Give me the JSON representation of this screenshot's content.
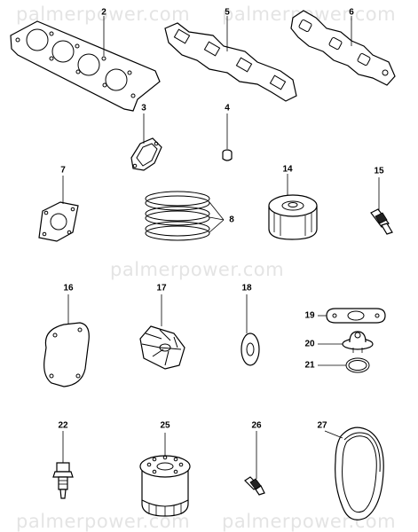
{
  "watermark": "palmerpower.com",
  "parts": [
    {
      "num": "2",
      "name": "cylinder-head-gasket"
    },
    {
      "num": "5",
      "name": "intake-manifold-gasket"
    },
    {
      "num": "6",
      "name": "exhaust-manifold-gasket"
    },
    {
      "num": "3",
      "name": "cover-gasket"
    },
    {
      "num": "4",
      "name": "small-plug"
    },
    {
      "num": "7",
      "name": "square-gasket"
    },
    {
      "num": "8",
      "name": "piston-rings"
    },
    {
      "num": "14",
      "name": "fuel-filter"
    },
    {
      "num": "15",
      "name": "sensor-switch"
    },
    {
      "num": "16",
      "name": "oval-cover-plate"
    },
    {
      "num": "17",
      "name": "impeller"
    },
    {
      "num": "18",
      "name": "washer"
    },
    {
      "num": "19",
      "name": "thermostat-gasket"
    },
    {
      "num": "20",
      "name": "thermostat"
    },
    {
      "num": "21",
      "name": "o-ring"
    },
    {
      "num": "22",
      "name": "temperature-sender"
    },
    {
      "num": "25",
      "name": "oil-filter"
    },
    {
      "num": "26",
      "name": "pressure-switch"
    },
    {
      "num": "27",
      "name": "v-belt"
    }
  ]
}
